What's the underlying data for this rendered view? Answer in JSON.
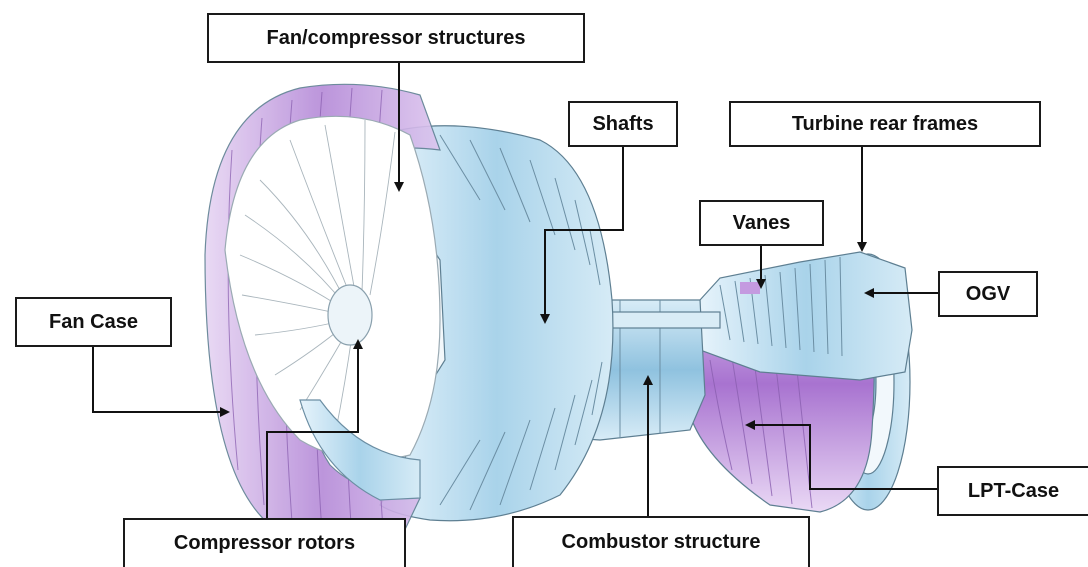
{
  "labels": {
    "fan_compressor_structures": "Fan/compressor structures",
    "shafts": "Shafts",
    "turbine_rear_frames": "Turbine rear frames",
    "vanes": "Vanes",
    "fan_case": "Fan Case",
    "ogv": "OGV",
    "lpt_case": "LPT-Case",
    "compressor_rotors": "Compressor rotors",
    "combustor_structure": "Combustor structure"
  },
  "colors": {
    "fan_case_purple": "#b58ad8",
    "metal_blue": "#a9d3ea",
    "outline": "#5e7f92",
    "label_border": "#1a1a1a"
  }
}
